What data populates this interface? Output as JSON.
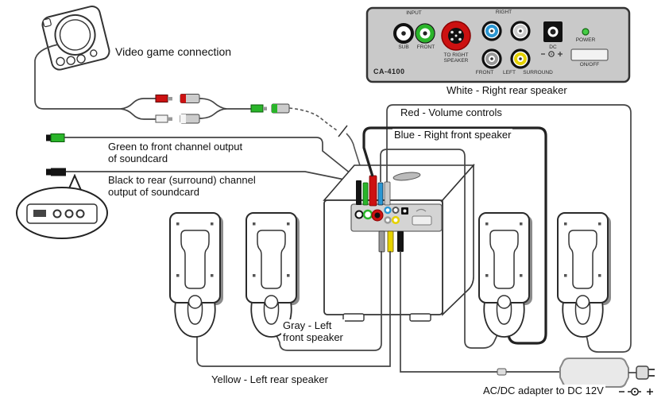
{
  "colors": {
    "green": "#2ab52a",
    "red": "#cc1111",
    "blue": "#2b97d3",
    "yellow": "#e6d200",
    "gray": "#9a9a9a",
    "black": "#141414",
    "white_jack": "#f2f2f2",
    "panel_gray": "#c9c9c9",
    "led_green": "#44cc44",
    "cable": "#444444"
  },
  "labels": {
    "video_game": "Video game connection",
    "green_input": "Green to front channel output\nof soundcard",
    "black_input": "Black to rear (surround) channel\noutput of soundcard",
    "white_cable": "White - Right rear speaker",
    "red_cable": "Red - Volume controls",
    "blue_cable": "Blue - Right front speaker",
    "gray_cable": "Gray - Left\nfront speaker",
    "yellow_cable": "Yellow - Left rear speaker",
    "adapter": "AC/DC adapter to DC 12V"
  },
  "panel": {
    "model": "CA-4100",
    "input_group": "INPUT",
    "jack_sub": "SUB",
    "jack_front": "FRONT",
    "din": "TO RIGHT\nSPEAKER",
    "row_right": "RIGHT",
    "col_front": "FRONT",
    "row_left": "LEFT",
    "col_surround": "SURROUND",
    "dc": "DC",
    "power": "POWER",
    "on_off": "ON/OFF"
  },
  "icons": {
    "dc_polarity": "center-positive-polarity",
    "cable_break": "cable-break-mark"
  }
}
